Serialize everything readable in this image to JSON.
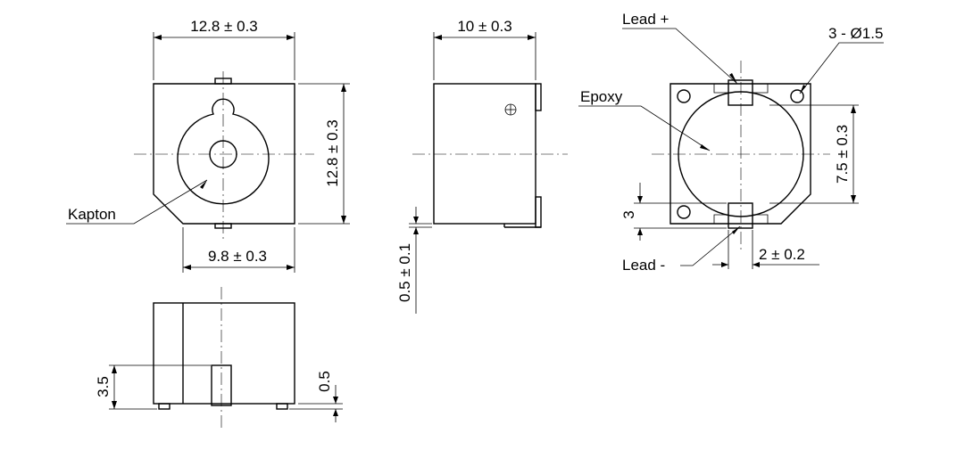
{
  "front_view": {
    "width_dim": "12.8 ± 0.3",
    "height_dim": "12.8 ± 0.3",
    "bottom_dim": "9.8 ± 0.3",
    "kapton_label": "Kapton"
  },
  "side_view": {
    "width_dim": "10 ± 0.3",
    "lead_thickness_dim": "0.5 ± 0.1"
  },
  "bottom_view": {
    "lead_plus_label": "Lead +",
    "lead_minus_label": "Lead -",
    "hole_dim": "3 - Ø1.5",
    "epoxy_label": "Epoxy",
    "height_dim": "7.5 ± 0.3",
    "offset_dim": "3",
    "lead_width_dim": "2 ± 0.2"
  },
  "lower_view": {
    "lead_height_dim": "3.5",
    "standoff_dim": "0.5"
  }
}
